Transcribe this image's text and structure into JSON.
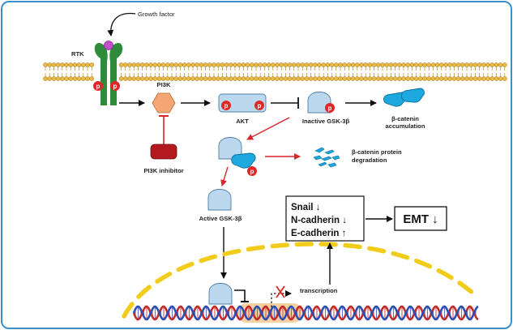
{
  "labels": {
    "growth_factor": "Growth factor",
    "rtk": "RTK",
    "pi3k": "PI3K",
    "pi3k_inhibitor": "PI3K inhibitor",
    "akt": "AKT",
    "inactive_gsk": "Inactive GSK-3β",
    "bcat_accum_1": "β-catenin",
    "bcat_accum_2": "accumulation",
    "bcat_degr_1": "β-catenin protein",
    "bcat_degr_2": "degradation",
    "active_gsk": "Active GSK-3β",
    "transcription": "transcription",
    "p": "p"
  },
  "box": {
    "snail": "Snail ↓",
    "ncad": "N-cadherin ↓",
    "ecad": "E-cadherin ↑"
  },
  "emt": "EMT ↓",
  "colors": {
    "frame": "#3b8fc7",
    "membrane_head": "#e7b84a",
    "rtk": "#2e8b3a",
    "p_badge": "#e02828",
    "inhibit_red": "#d8262a",
    "protein_light": "#bcd8ee",
    "protein_blue": "#1ea8e0",
    "pi3k": "#f4a773",
    "inhibitor": "#b3191f",
    "nucleus": "#f2cc1a",
    "dna_red": "#c42a2a",
    "dna_blue": "#2d4fb3",
    "promoter": "#f3c68a"
  }
}
